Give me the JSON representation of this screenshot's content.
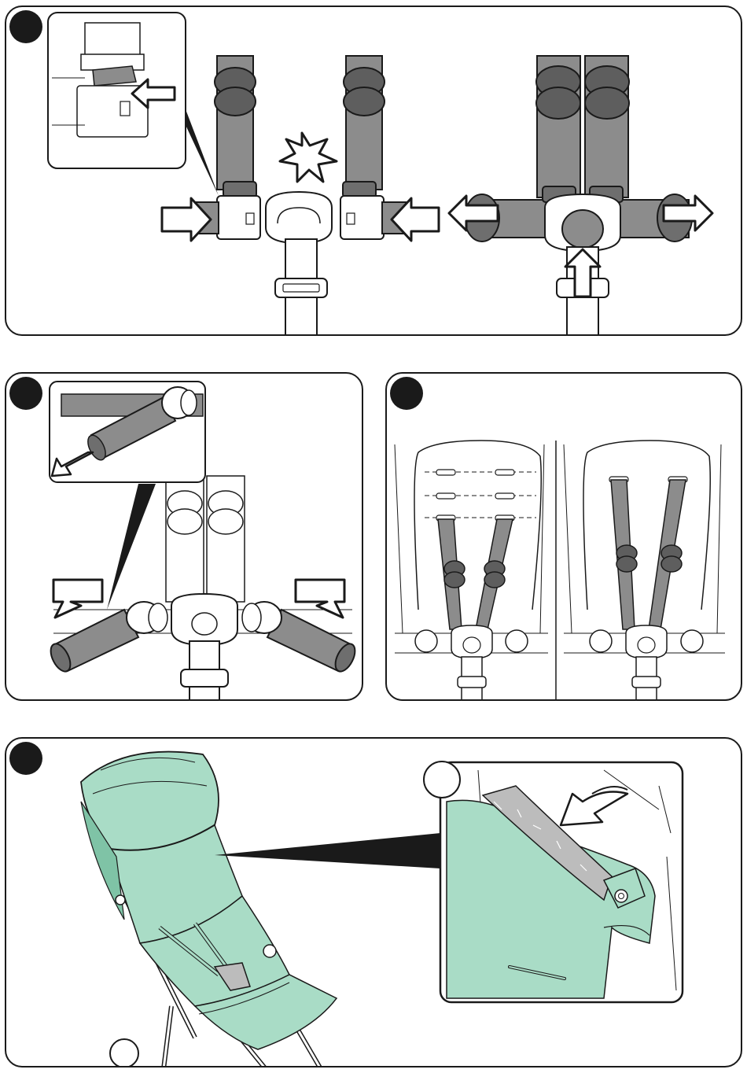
{
  "colors": {
    "outline": "#1a1a1a",
    "strap": "#8c8c8c",
    "strap_dark": "#5e5e5e",
    "buckle": "#6e6e6e",
    "fabric": "#a9dcc6",
    "fabric_dark": "#7fc3a6",
    "velcro": "#bcbcbc",
    "background": "#ffffff"
  },
  "panels": [
    {
      "id": "panel-1",
      "step_badge": "filled"
    },
    {
      "id": "panel-2",
      "step_badge": "filled"
    },
    {
      "id": "panel-3",
      "step_badge": "filled"
    },
    {
      "id": "panel-4",
      "step_badge": "filled",
      "detail_badge": "outlined"
    }
  ],
  "icons": [
    "arrow-right-icon",
    "arrow-left-icon",
    "arrow-up-icon",
    "double-arrow-icon",
    "click-burst-icon",
    "curved-arrow-icon"
  ]
}
